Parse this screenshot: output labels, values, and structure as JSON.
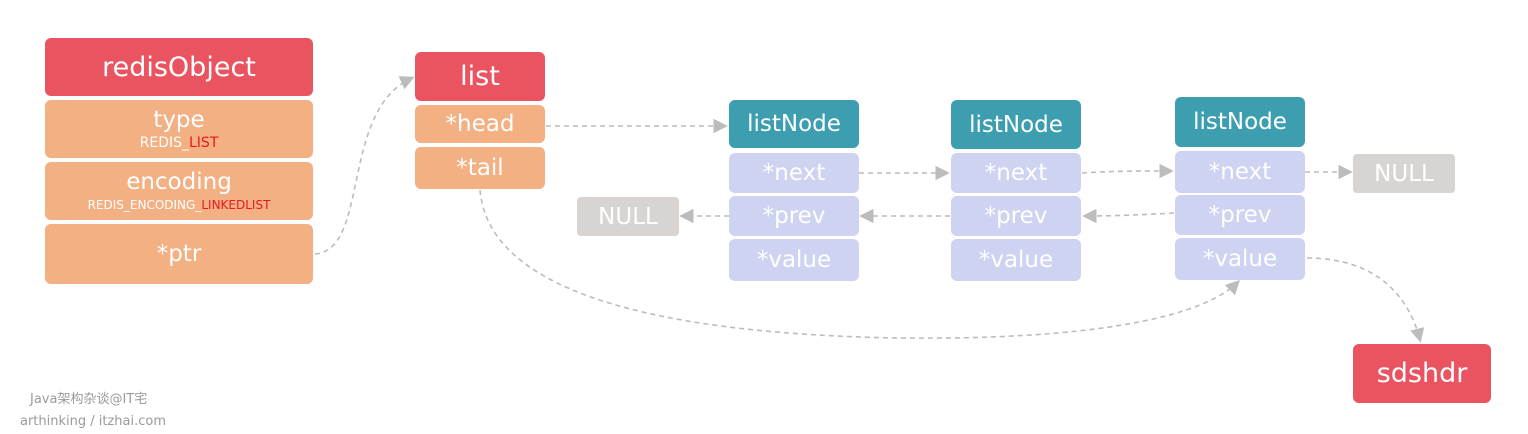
{
  "redis_object": {
    "title": "redisObject",
    "type_label": "type",
    "type_value_prefix": "REDIS_",
    "type_value_highlight": "LIST",
    "encoding_label": "encoding",
    "encoding_value_prefix": "REDIS_ENCODING_",
    "encoding_value_highlight": "LINKEDLIST",
    "ptr_label": "*ptr"
  },
  "list": {
    "title": "list",
    "head_label": "*head",
    "tail_label": "*tail"
  },
  "nodes": [
    {
      "title": "listNode",
      "next": "*next",
      "prev": "*prev",
      "value": "*value"
    },
    {
      "title": "listNode",
      "next": "*next",
      "prev": "*prev",
      "value": "*value"
    },
    {
      "title": "listNode",
      "next": "*next",
      "prev": "*prev",
      "value": "*value"
    }
  ],
  "null_left": "NULL",
  "null_right": "NULL",
  "sdshdr": "sdshdr",
  "watermark": {
    "line1": "Java架构杂谈@IT宅",
    "line2": "arthinking / itzhai.com"
  },
  "colors": {
    "header_red": "#ea5460",
    "field_orange": "#f2b083",
    "node_teal": "#3d9eb0",
    "node_field_lavender": "#cdd3f1",
    "null_grey": "#d7d4d1",
    "highlight_red": "#e8191f",
    "arrow_grey": "#bcbcbc"
  }
}
